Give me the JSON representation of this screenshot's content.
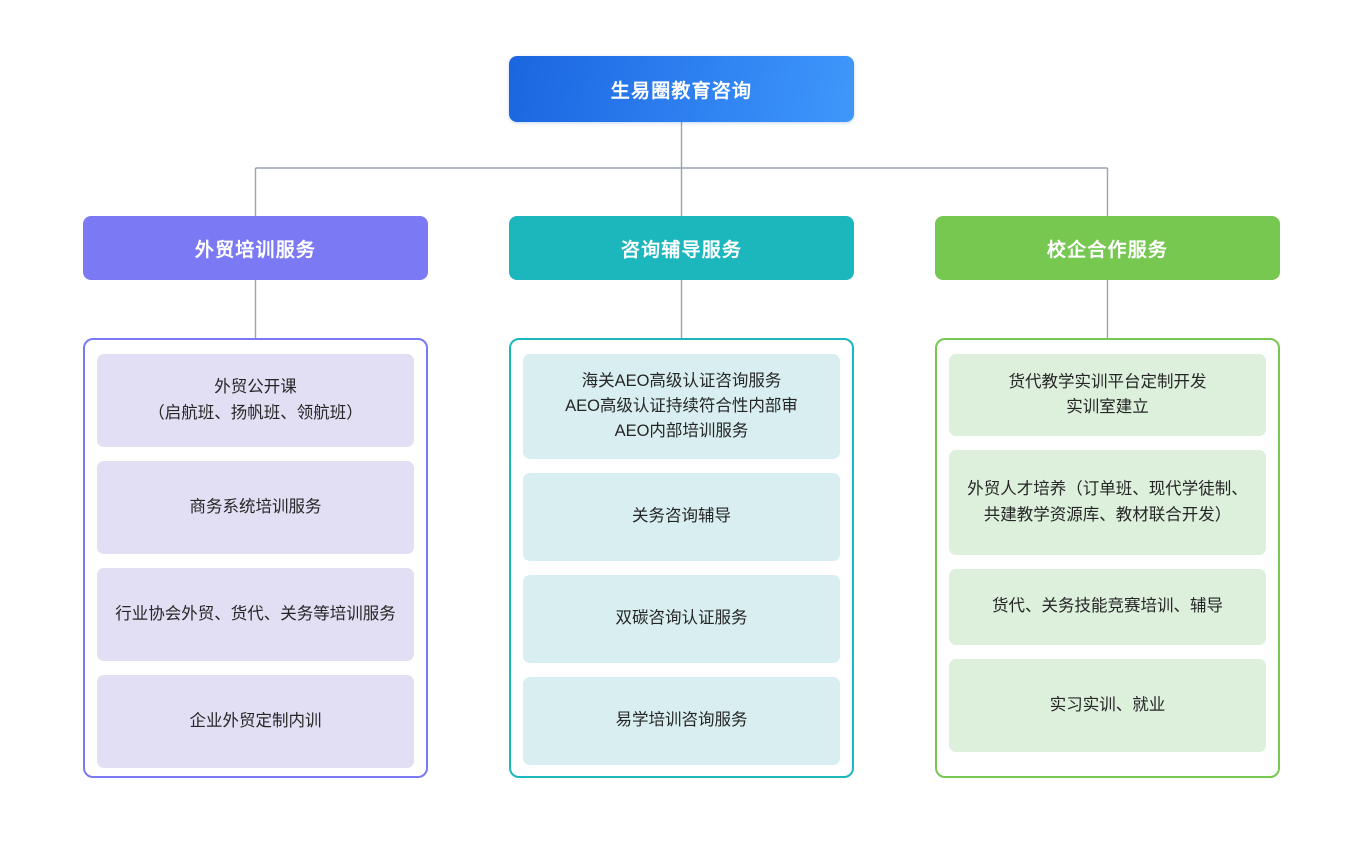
{
  "diagram": {
    "type": "organization-tree",
    "root": {
      "label": "生易圈教育咨询",
      "color_start": "#1a66e0",
      "color_end": "#3f97fb",
      "text_color": "#ffffff"
    },
    "connector_color": "#9aa3b0",
    "branches": [
      {
        "header": "外贸培训服务",
        "accent": "#7b79f3",
        "item_bg": "#e2dff4",
        "items": [
          "外贸公开课\n（启航班、扬帆班、领航班）",
          "商务系统培训服务",
          "行业协会外贸、货代、关务等培训服务",
          "企业外贸定制内训"
        ]
      },
      {
        "header": "咨询辅导服务",
        "accent": "#1cb6bd",
        "item_bg": "#d8eef0",
        "items": [
          "海关AEO高级认证咨询服务\nAEO高级认证持续符合性内部审\nAEO内部培训服务",
          "关务咨询辅导",
          "双碳咨询认证服务",
          "易学培训咨询服务"
        ]
      },
      {
        "header": "校企合作服务",
        "accent": "#76c850",
        "item_bg": "#dcf0dc",
        "items": [
          "货代教学实训平台定制开发\n实训室建立",
          "外贸人才培养（订单班、现代学徒制、共建教学资源库、教材联合开发）",
          "货代、关务技能竞赛培训、辅导",
          "实习实训、就业"
        ]
      }
    ]
  }
}
